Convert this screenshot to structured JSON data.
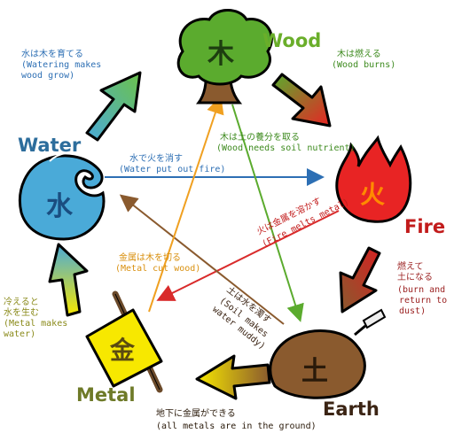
{
  "elements": {
    "wood": {
      "glyph": "木",
      "name": "Wood",
      "color": "#5bab2e",
      "name_color": "#6aae2a"
    },
    "fire": {
      "glyph": "火",
      "name": "Fire",
      "color": "#e82424",
      "name_color": "#c21b1b"
    },
    "earth": {
      "glyph": "土",
      "name": "Earth",
      "color": "#8a5a2e",
      "name_color": "#3b2414"
    },
    "metal": {
      "glyph": "金",
      "name": "Metal",
      "color": "#f7e800",
      "name_color": "#6e7a28"
    },
    "water": {
      "glyph": "水",
      "name": "Water",
      "color": "#4aaad8",
      "name_color": "#2d6d9c"
    }
  },
  "generating_cycle": [
    {
      "id": "water-wood",
      "text_jp": "水は木を育てる",
      "text_en": "(Watering makes wood grow)",
      "color": "#2d6fb4"
    },
    {
      "id": "wood-fire",
      "text_jp": "木は燃える",
      "text_en": "(Wood burns)",
      "color": "#3d8a1e"
    },
    {
      "id": "fire-earth",
      "text_jp": "燃えて土になる",
      "text_en": "(burn and return to dust)",
      "color": "#9a1f1f"
    },
    {
      "id": "earth-metal",
      "text_jp": "地下に金属ができる",
      "text_en": "(all metals are in the ground)",
      "color": "#2a1a0a"
    },
    {
      "id": "metal-water",
      "text_jp": "冷えると水を生む",
      "text_en": "(Metal makes water)",
      "color": "#8a8a1a"
    }
  ],
  "controlling_cycle": [
    {
      "id": "water-fire",
      "text_jp": "水で火を消す",
      "text_en": "(Water put out fire)",
      "color": "#2d6fb4"
    },
    {
      "id": "wood-earth",
      "text_jp": "木は土の養分を取る",
      "text_en": "(Wood needs soil nutrient)",
      "color": "#3d8a1e"
    },
    {
      "id": "fire-metal",
      "text_jp": "火は金属を溶かす",
      "text_en": "(Fire melts metal)",
      "color": "#c21b1b"
    },
    {
      "id": "earth-water",
      "text_jp": "土は水を濁す",
      "text_en": "(Soil makes water muddy)",
      "color": "#3b2414"
    },
    {
      "id": "metal-wood",
      "text_jp": "金属は木を切る",
      "text_en": "(Metal cut wood)",
      "color": "#d9900f"
    }
  ],
  "lines": {
    "burn_1": "燃えて",
    "burn_2": "土になる",
    "burn_3": "(burn and",
    "burn_4": "return to",
    "burn_5": "dust)",
    "metal_water_1": "冷えると",
    "metal_water_2": "水を生む",
    "metal_water_3": "(Metal makes",
    "metal_water_4": "water)",
    "earth_water_1": "土は水を濁す",
    "earth_water_2": "(Soil makes",
    "earth_water_3": "water muddy)",
    "water_wood_2": "(Watering makes",
    "water_wood_3": "wood grow)"
  }
}
